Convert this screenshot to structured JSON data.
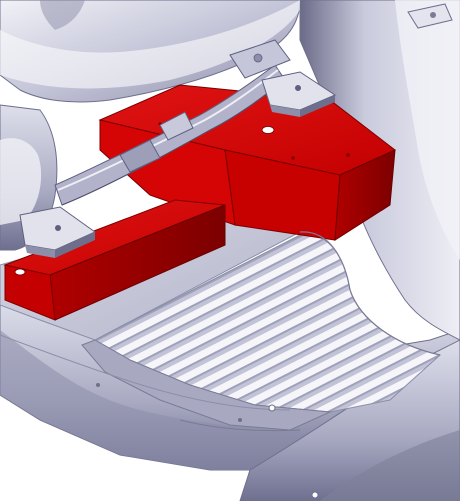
{
  "scene": {
    "subject": "vehicle-underbody-floor-cad-render",
    "colors": {
      "background": "#ffffff",
      "body_metal_light": "#e9e9f2",
      "body_metal_mid": "#b9bad0",
      "body_metal_dark": "#6e6f8c",
      "highlight_red": "#d40000",
      "highlight_red_dark": "#9a0000",
      "highlight_red_light": "#e41a1a",
      "floor_rib": "#f4f4f8",
      "floor_rib_shadow": "#a4a5bc"
    },
    "highlighted_parts": [
      "floor-crossmember-rear",
      "floor-crossmember-front"
    ]
  }
}
